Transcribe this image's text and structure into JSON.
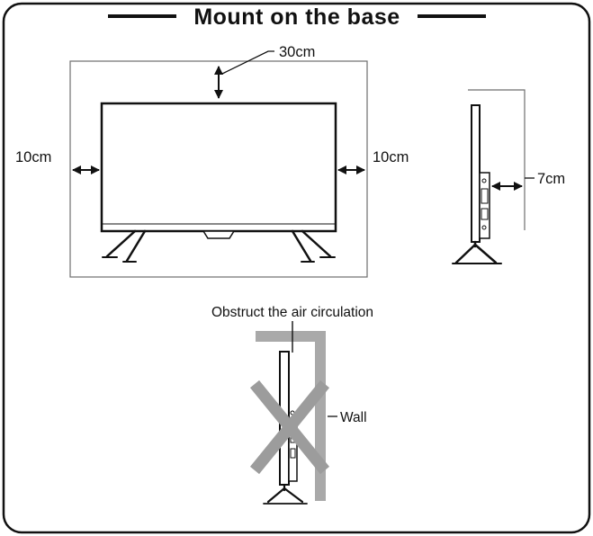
{
  "page": {
    "title": "Mount on the base"
  },
  "colors": {
    "line": "#111111",
    "boundary_gray": "#6e6e6e",
    "wall_gray": "#a9a9a9",
    "cross_gray": "#9c9c9c"
  },
  "front_view": {
    "top_clearance": "30cm",
    "left_clearance": "10cm",
    "right_clearance": "10cm"
  },
  "side_view": {
    "rear_clearance": "7cm"
  },
  "warning": {
    "caption": "Obstruct the air circulation",
    "wall_label": "Wall"
  }
}
